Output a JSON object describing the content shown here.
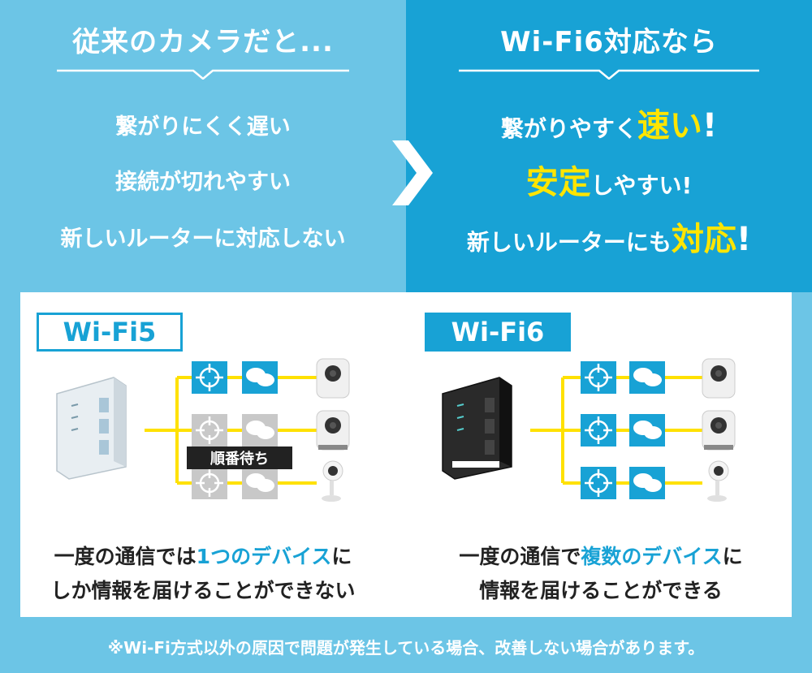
{
  "colors": {
    "light_blue": "#6cc5e6",
    "blue": "#18a2d5",
    "yellow": "#ffe500",
    "gray": "#c8c8c8",
    "line_yellow": "#ffe100"
  },
  "left": {
    "heading": "従来のカメラだと...",
    "lines": [
      "繋がりにくく遅い",
      "接続が切れやすい",
      "新しいルーターに対応しない"
    ]
  },
  "right": {
    "heading": "Wi-Fi6対応なら",
    "line1": {
      "a": "繋がりやすく",
      "b": "速い",
      "c": "!"
    },
    "line2": {
      "a": "安定",
      "b": "しやすい!"
    },
    "line3": {
      "a": "新しいルーターにも",
      "b": "対応",
      "c": "!"
    }
  },
  "wifi5": {
    "tag": "Wi-Fi5",
    "waiting_label": "順番待ち",
    "desc_line1": {
      "a": "一度の通信では",
      "b": "1つのデバイス",
      "c": "に"
    },
    "desc_line2": "しか情報を届けることができない"
  },
  "wifi6": {
    "tag": "Wi-Fi6",
    "desc_line1": {
      "a": "一度の通信で",
      "b": "複数のデバイス",
      "c": "に"
    },
    "desc_line2": "情報を届けることができる"
  },
  "footnote": "※Wi-Fi方式以外の原因で問題が発生している場合、改善しない場合があります。",
  "icons": [
    "router-icon",
    "target-icon",
    "chat-icon",
    "camera-icon"
  ]
}
